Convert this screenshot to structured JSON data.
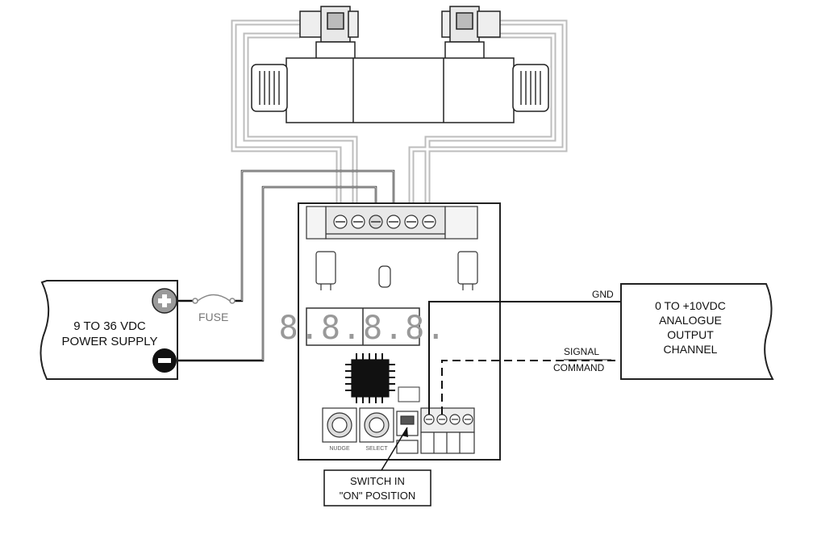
{
  "power_supply": {
    "line1": "9 TO 36 VDC",
    "line2": "POWER SUPPLY"
  },
  "fuse_label": "FUSE",
  "output_channel": {
    "line1": "0 TO +10VDC",
    "line2": "ANALOGUE",
    "line3": "OUTPUT",
    "line4": "CHANNEL"
  },
  "wire_labels": {
    "gnd": "GND",
    "signal": "SIGNAL",
    "command": "COMMAND"
  },
  "switch_callout": {
    "line1": "SWITCH IN",
    "line2": "\"ON\" POSITION"
  },
  "display_digits": "8.8.8.8.",
  "pot_labels": [
    "NUDGE",
    "SELECT"
  ],
  "colors": {
    "line": "#111111",
    "coil_wire": "#bdbdbd",
    "board_wire": "#333333"
  }
}
